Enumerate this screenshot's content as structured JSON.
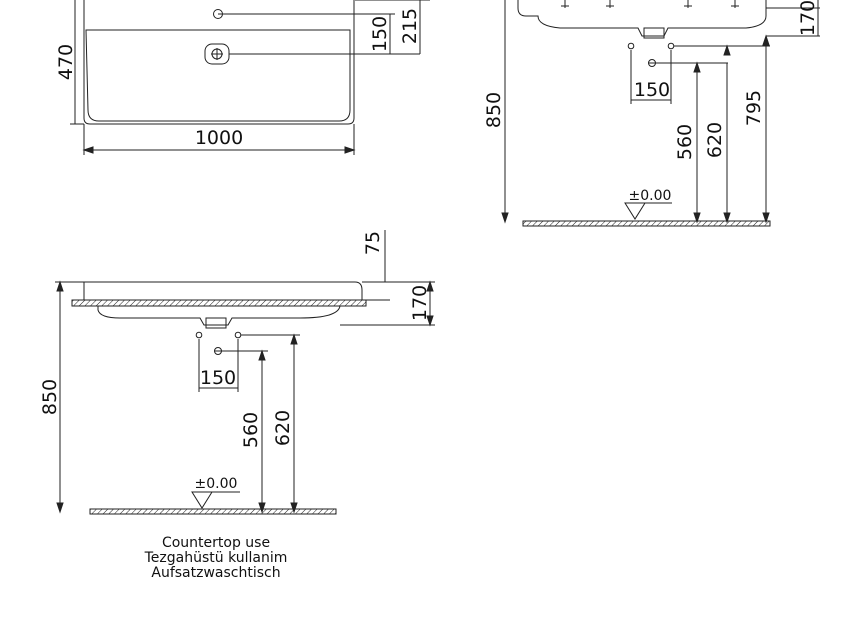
{
  "top_view": {
    "height": "470",
    "width": "1000",
    "tap_spacing": "150",
    "tap_offset": "215"
  },
  "side_view_1": {
    "basin_height": "170",
    "install_height": "850",
    "trap_spacing": "150",
    "waste_height": "560",
    "supply_height": "620",
    "upper_height": "795",
    "floor_level": "±0.00"
  },
  "side_view_2": {
    "rim_depth": "75",
    "basin_height": "170",
    "install_height": "850",
    "trap_spacing": "150",
    "waste_height": "560",
    "supply_height": "620",
    "floor_level": "±0.00"
  },
  "caption": {
    "line1": "Countertop use",
    "line2": "Tezgahüstü kullanim",
    "line3": "Aufsatzwaschtisch"
  }
}
